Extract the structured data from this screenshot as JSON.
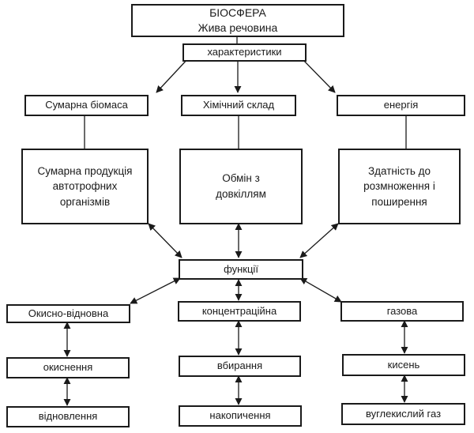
{
  "nodes": {
    "biosphere": {
      "line1": "БІОСФЕРА",
      "line2": "Жива речовина"
    },
    "characteristics": "характеристики",
    "total_biomass": "Сумарна біомаса",
    "chemical_composition": "Хімічний склад",
    "energy": "енергія",
    "total_production": {
      "line1": "Сумарна продукція",
      "line2": "автотрофних",
      "line3": "організмів"
    },
    "exchange": {
      "line1": "Обмін з",
      "line2": "довкіллям"
    },
    "reproduction": {
      "line1": "Здатність до",
      "line2": "розмноження і",
      "line3": "поширення"
    },
    "functions": "функції",
    "redox": "Окисно-відновна",
    "concentration": "концентраційна",
    "gas": "газова",
    "oxidation": "окиснення",
    "absorption": "вбирання",
    "oxygen": "кисень",
    "reduction": "відновлення",
    "accumulation": "накопичення",
    "carbon_dioxide": "вуглекислий газ"
  }
}
